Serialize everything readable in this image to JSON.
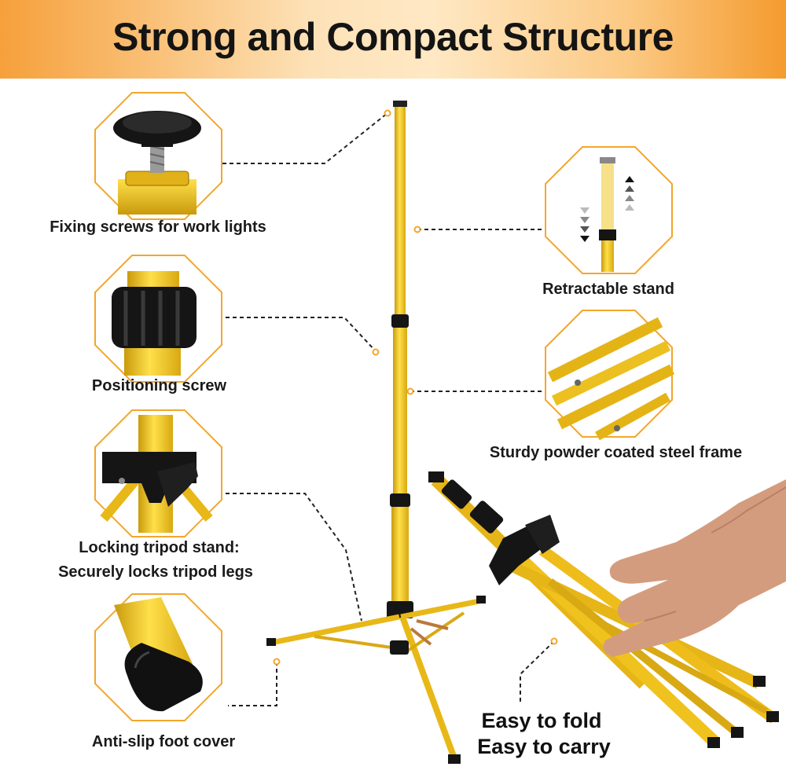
{
  "banner": {
    "title": "Strong and Compact Structure",
    "gradient_colors": [
      "#f6a03b",
      "#ffe8c4",
      "#f59b2f"
    ]
  },
  "features": {
    "fixing_screws": "Fixing screws for work lights",
    "positioning_screw": "Positioning screw",
    "locking_line1": "Locking tripod stand:",
    "locking_line2": "Securely locks tripod legs",
    "anti_slip": "Anti-slip foot cover",
    "retractable": "Retractable stand",
    "steel_frame": "Sturdy powder coated steel frame",
    "fold_line1": "Easy to fold",
    "fold_line2": "Easy to carry"
  },
  "colors": {
    "tube_yellow": "#f2c21d",
    "octagon_outline": "#f3a62c",
    "callout_line": "#222222",
    "knob_black": "#151515"
  },
  "icons": [
    "knob-icon",
    "arrow-up-icon",
    "arrow-down-icon"
  ]
}
